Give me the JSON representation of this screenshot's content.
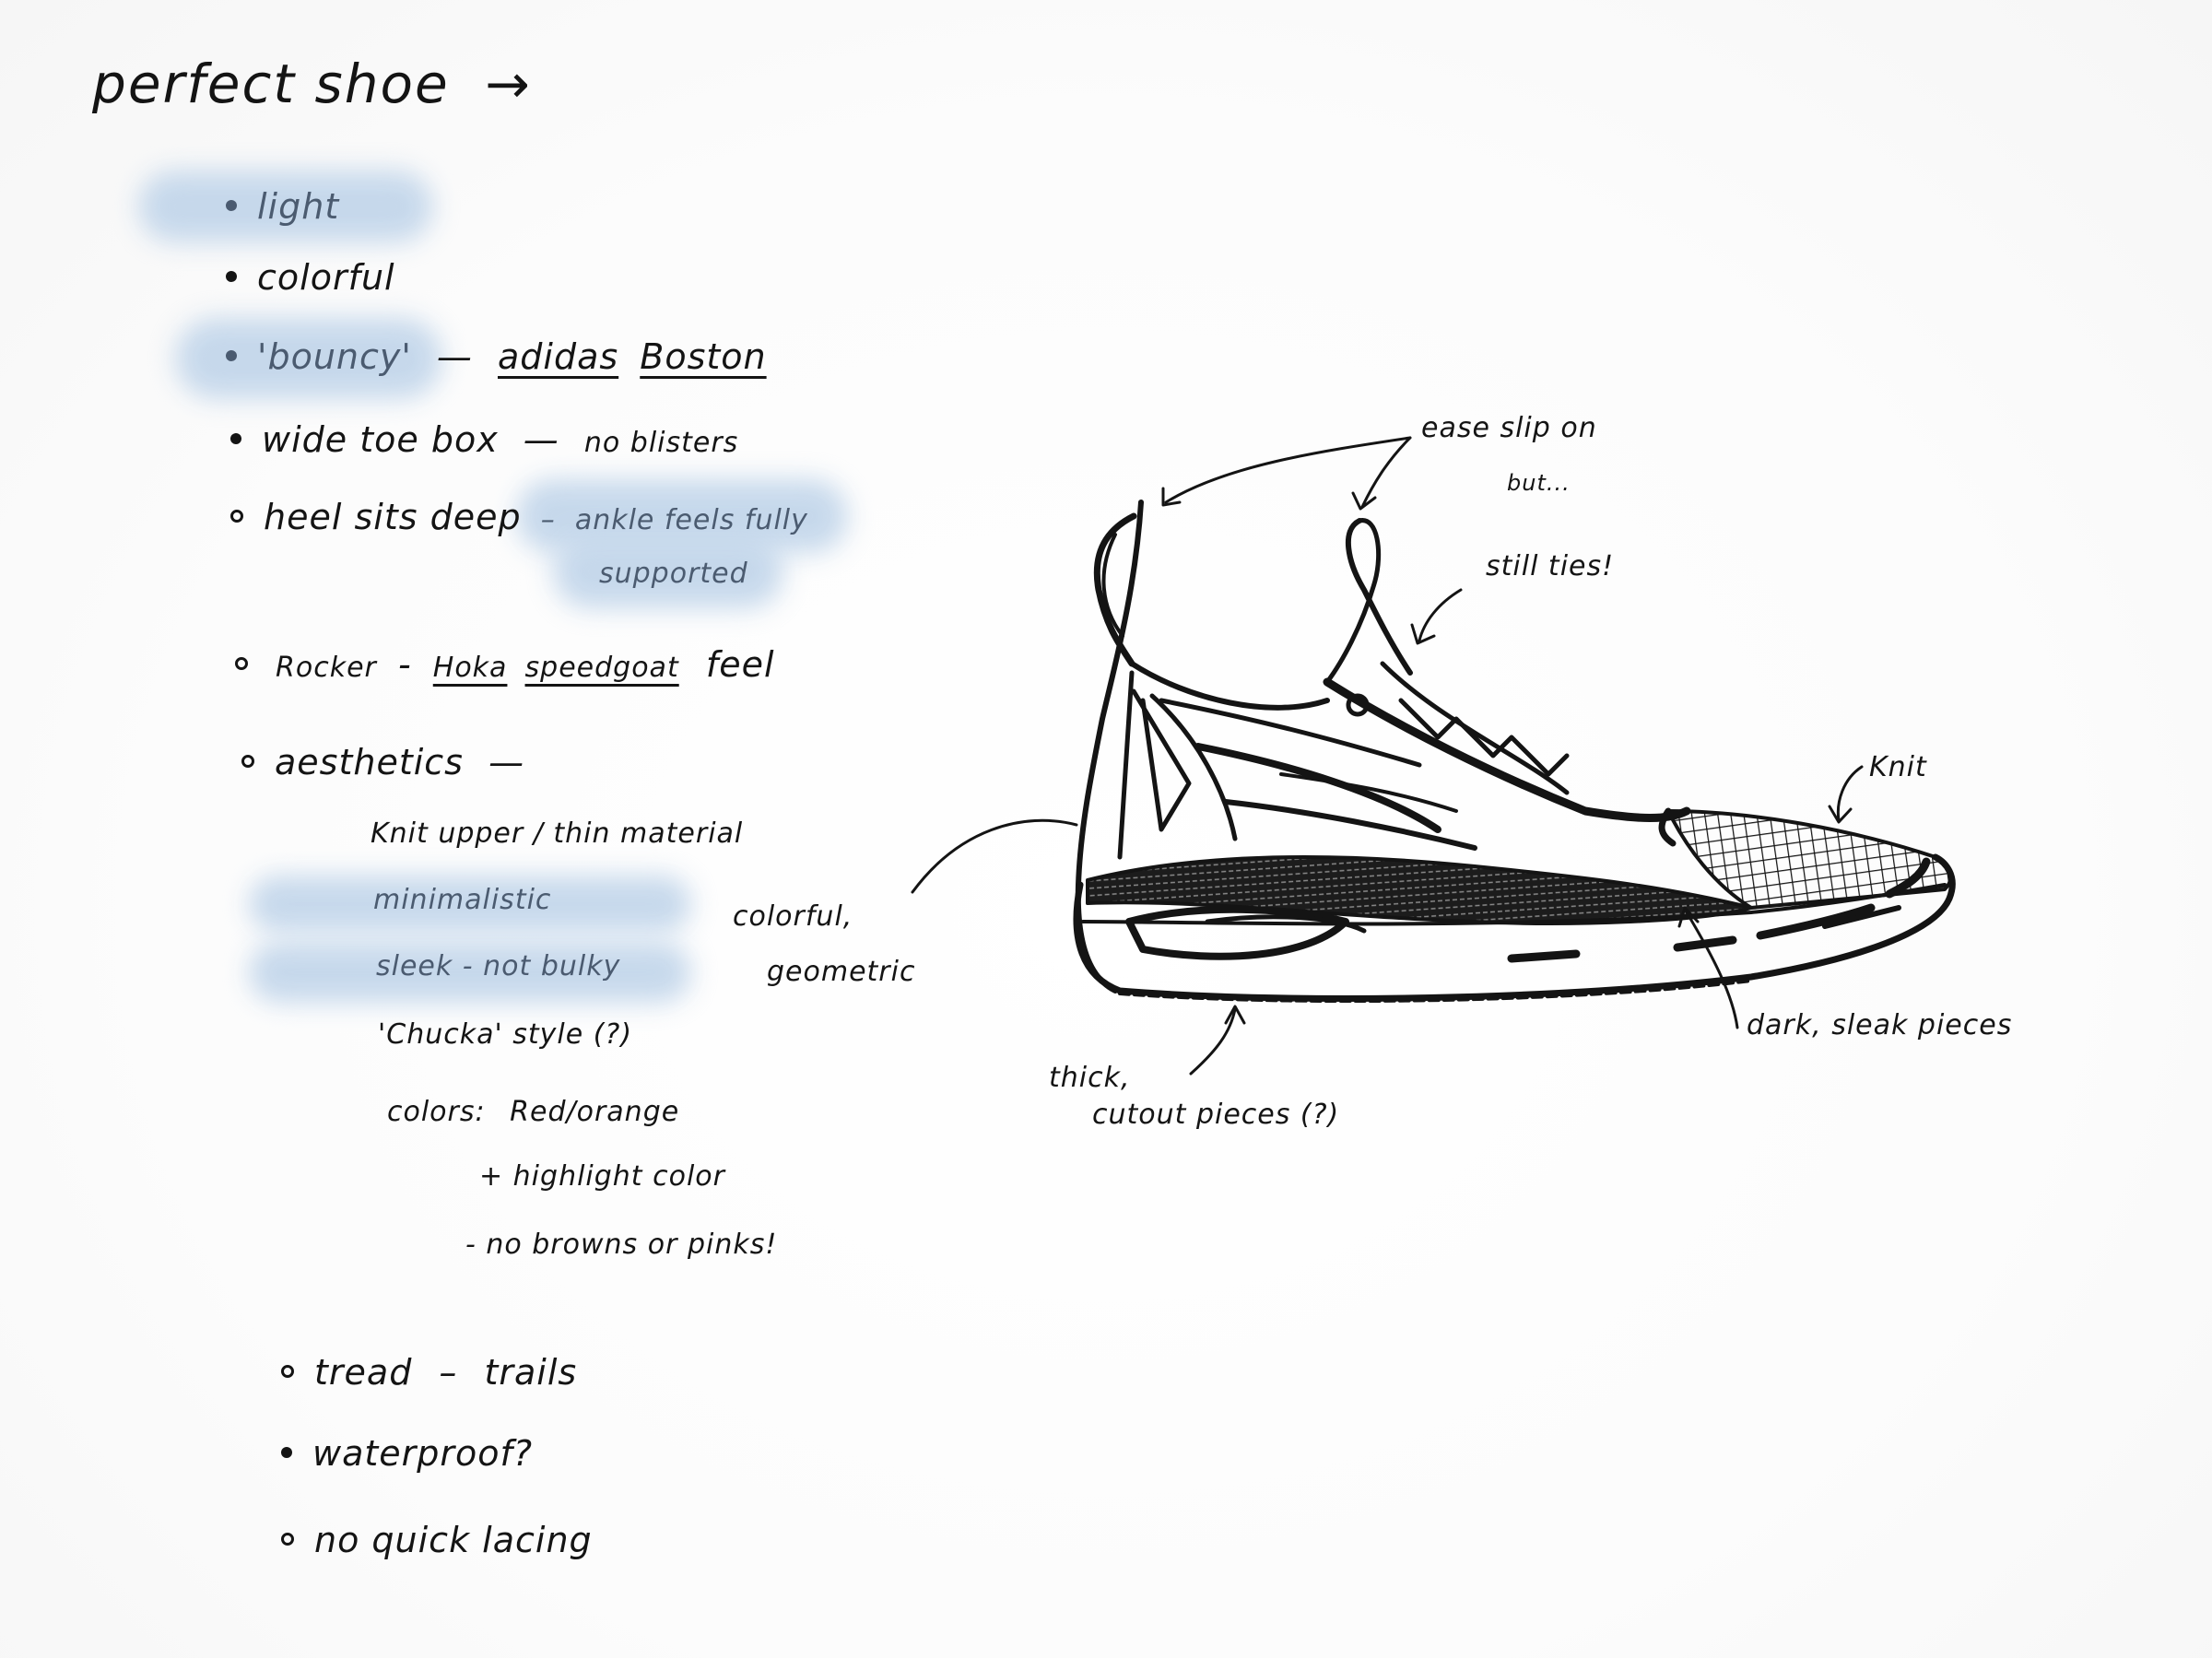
{
  "title": "perfect shoe",
  "title_arrow": "→",
  "highlight_color": "#c4d7eb",
  "highlighted_text_color": "#4b5b70",
  "ink_color": "#141414",
  "requirements": [
    {
      "label": "light",
      "highlighted": true
    },
    {
      "label": "colorful",
      "highlighted": false
    },
    {
      "label": "'bouncy'",
      "highlighted": true,
      "dash": "—",
      "ref_brand": "adidas",
      "ref_model": "Boston"
    },
    {
      "label": "wide toe box",
      "dash": "—",
      "note": "no blisters"
    },
    {
      "label": "heel sits deep",
      "dash": "–",
      "note_line1": "ankle feels fully",
      "note_line2": "supported",
      "note_highlighted": true
    },
    {
      "label": "Rocker",
      "dash": "-",
      "ref_brand": "Hoka",
      "ref_model": "speedgoat",
      "suffix": "feel"
    },
    {
      "label": "aesthetics",
      "dash": "—"
    },
    {
      "label": "tread",
      "dash": "–",
      "note": "trails"
    },
    {
      "label": "waterproof?"
    },
    {
      "label": "no quick lacing"
    }
  ],
  "aesthetics": {
    "items": [
      {
        "label": "Knit upper / thin material",
        "highlighted": false
      },
      {
        "label": "minimalistic",
        "highlighted": true
      },
      {
        "label": "sleek - not bulky",
        "highlighted": true
      },
      {
        "label": "'Chucka' style (?)",
        "highlighted": false
      }
    ],
    "colors_label": "colors:",
    "colors_value": "Red/orange",
    "colors_plus": "+ highlight color",
    "colors_exclude": "- no browns or pinks!"
  },
  "sketch_annotations": {
    "ease_slip_on": "ease slip on",
    "but": "but...",
    "still_ties": "still ties!",
    "knit": "Knit",
    "colorful": "colorful,",
    "geometric": "geometric",
    "dark_sleak": "dark, sleak pieces",
    "thick": "thick,",
    "cutout": "cutout pieces (?)"
  }
}
